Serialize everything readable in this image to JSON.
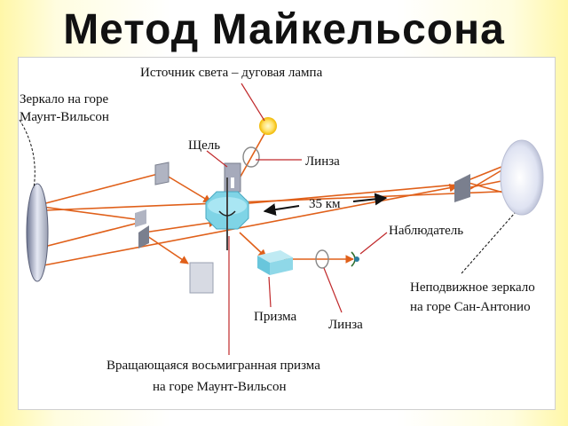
{
  "title": "Метод Майкельсона",
  "labels": {
    "source": "Источник света – дуговая лампа",
    "mirror_wilson_1": "Зеркало на горе",
    "mirror_wilson_2": "Маунт-Вильсон",
    "slit": "Щель",
    "lens_top": "Линза",
    "distance": "35 км",
    "observer": "Наблюдатель",
    "fixed_mirror_1": "Неподвижное зеркало",
    "fixed_mirror_2": "на горе Сан-Антонио",
    "prism": "Призма",
    "lens_bottom": "Линза",
    "rotating_prism_1": "Вращающаяся восьмигранная призма",
    "rotating_prism_2": "на горе Маунт-Вильсон"
  },
  "colors": {
    "beam": "#e0601a",
    "pointer": "#c0282a",
    "optic_blue": "#7fd4e6",
    "mirror_gray": "#9aa0b2"
  }
}
